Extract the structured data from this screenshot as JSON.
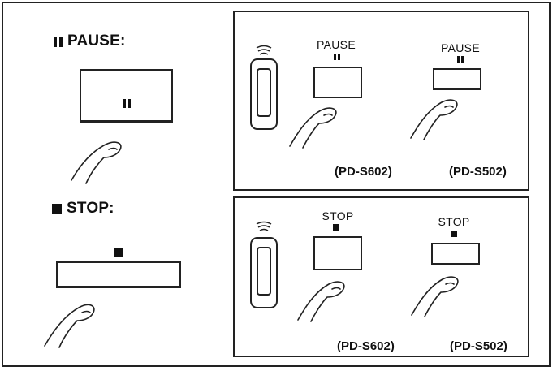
{
  "pause_section": {
    "label": "PAUSE:"
  },
  "stop_section": {
    "label": "STOP:"
  },
  "pause_panel": {
    "label_s602": "PAUSE",
    "label_s502": "PAUSE",
    "model_s602": "(PD-S602)",
    "model_s502": "(PD-S502)"
  },
  "stop_panel": {
    "label_s602": "STOP",
    "label_s502": "STOP",
    "model_s602": "(PD-S602)",
    "model_s502": "(PD-S502)"
  },
  "icons": [
    "pause-icon",
    "stop-icon",
    "remote-control-icon",
    "signal-waves-icon",
    "finger-icon"
  ]
}
